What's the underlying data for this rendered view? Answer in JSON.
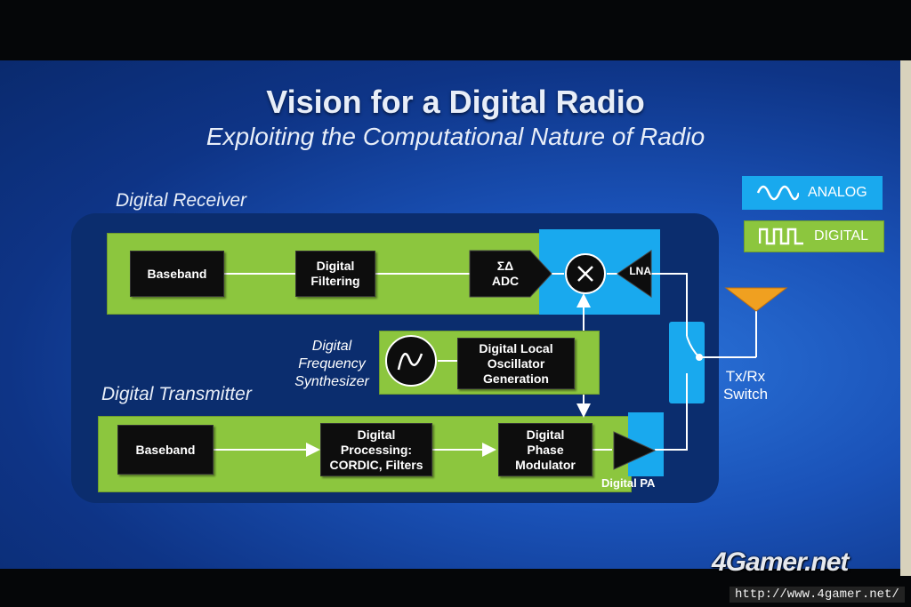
{
  "slide": {
    "title": "Vision for a Digital Radio",
    "subtitle": "Exploiting the Computational Nature of Radio"
  },
  "legend": {
    "analog": "ANALOG",
    "digital": "DIGITAL"
  },
  "receiver": {
    "label": "Digital Receiver",
    "baseband": "Baseband",
    "filtering": "Digital\nFiltering",
    "adc": "ΣΔ\nADC",
    "lna": "LNA"
  },
  "synth": {
    "label": "Digital\nFrequency\nSynthesizer",
    "lo": "Digital Local\nOscillator\nGeneration"
  },
  "transmitter": {
    "label": "Digital Transmitter",
    "baseband": "Baseband",
    "processing": "Digital\nProcessing:\nCORDIC, Filters",
    "modulator": "Digital\nPhase\nModulator",
    "pa": "Digital PA"
  },
  "switch": {
    "label": "Tx/Rx\nSwitch"
  },
  "watermark": {
    "logo": "4Gamer.net",
    "url": "http://www.4gamer.net/"
  },
  "colors": {
    "digital": "#8cc63e",
    "analog": "#19a9ee",
    "panel": "#0b2d6e",
    "antenna": "#f0a020"
  }
}
